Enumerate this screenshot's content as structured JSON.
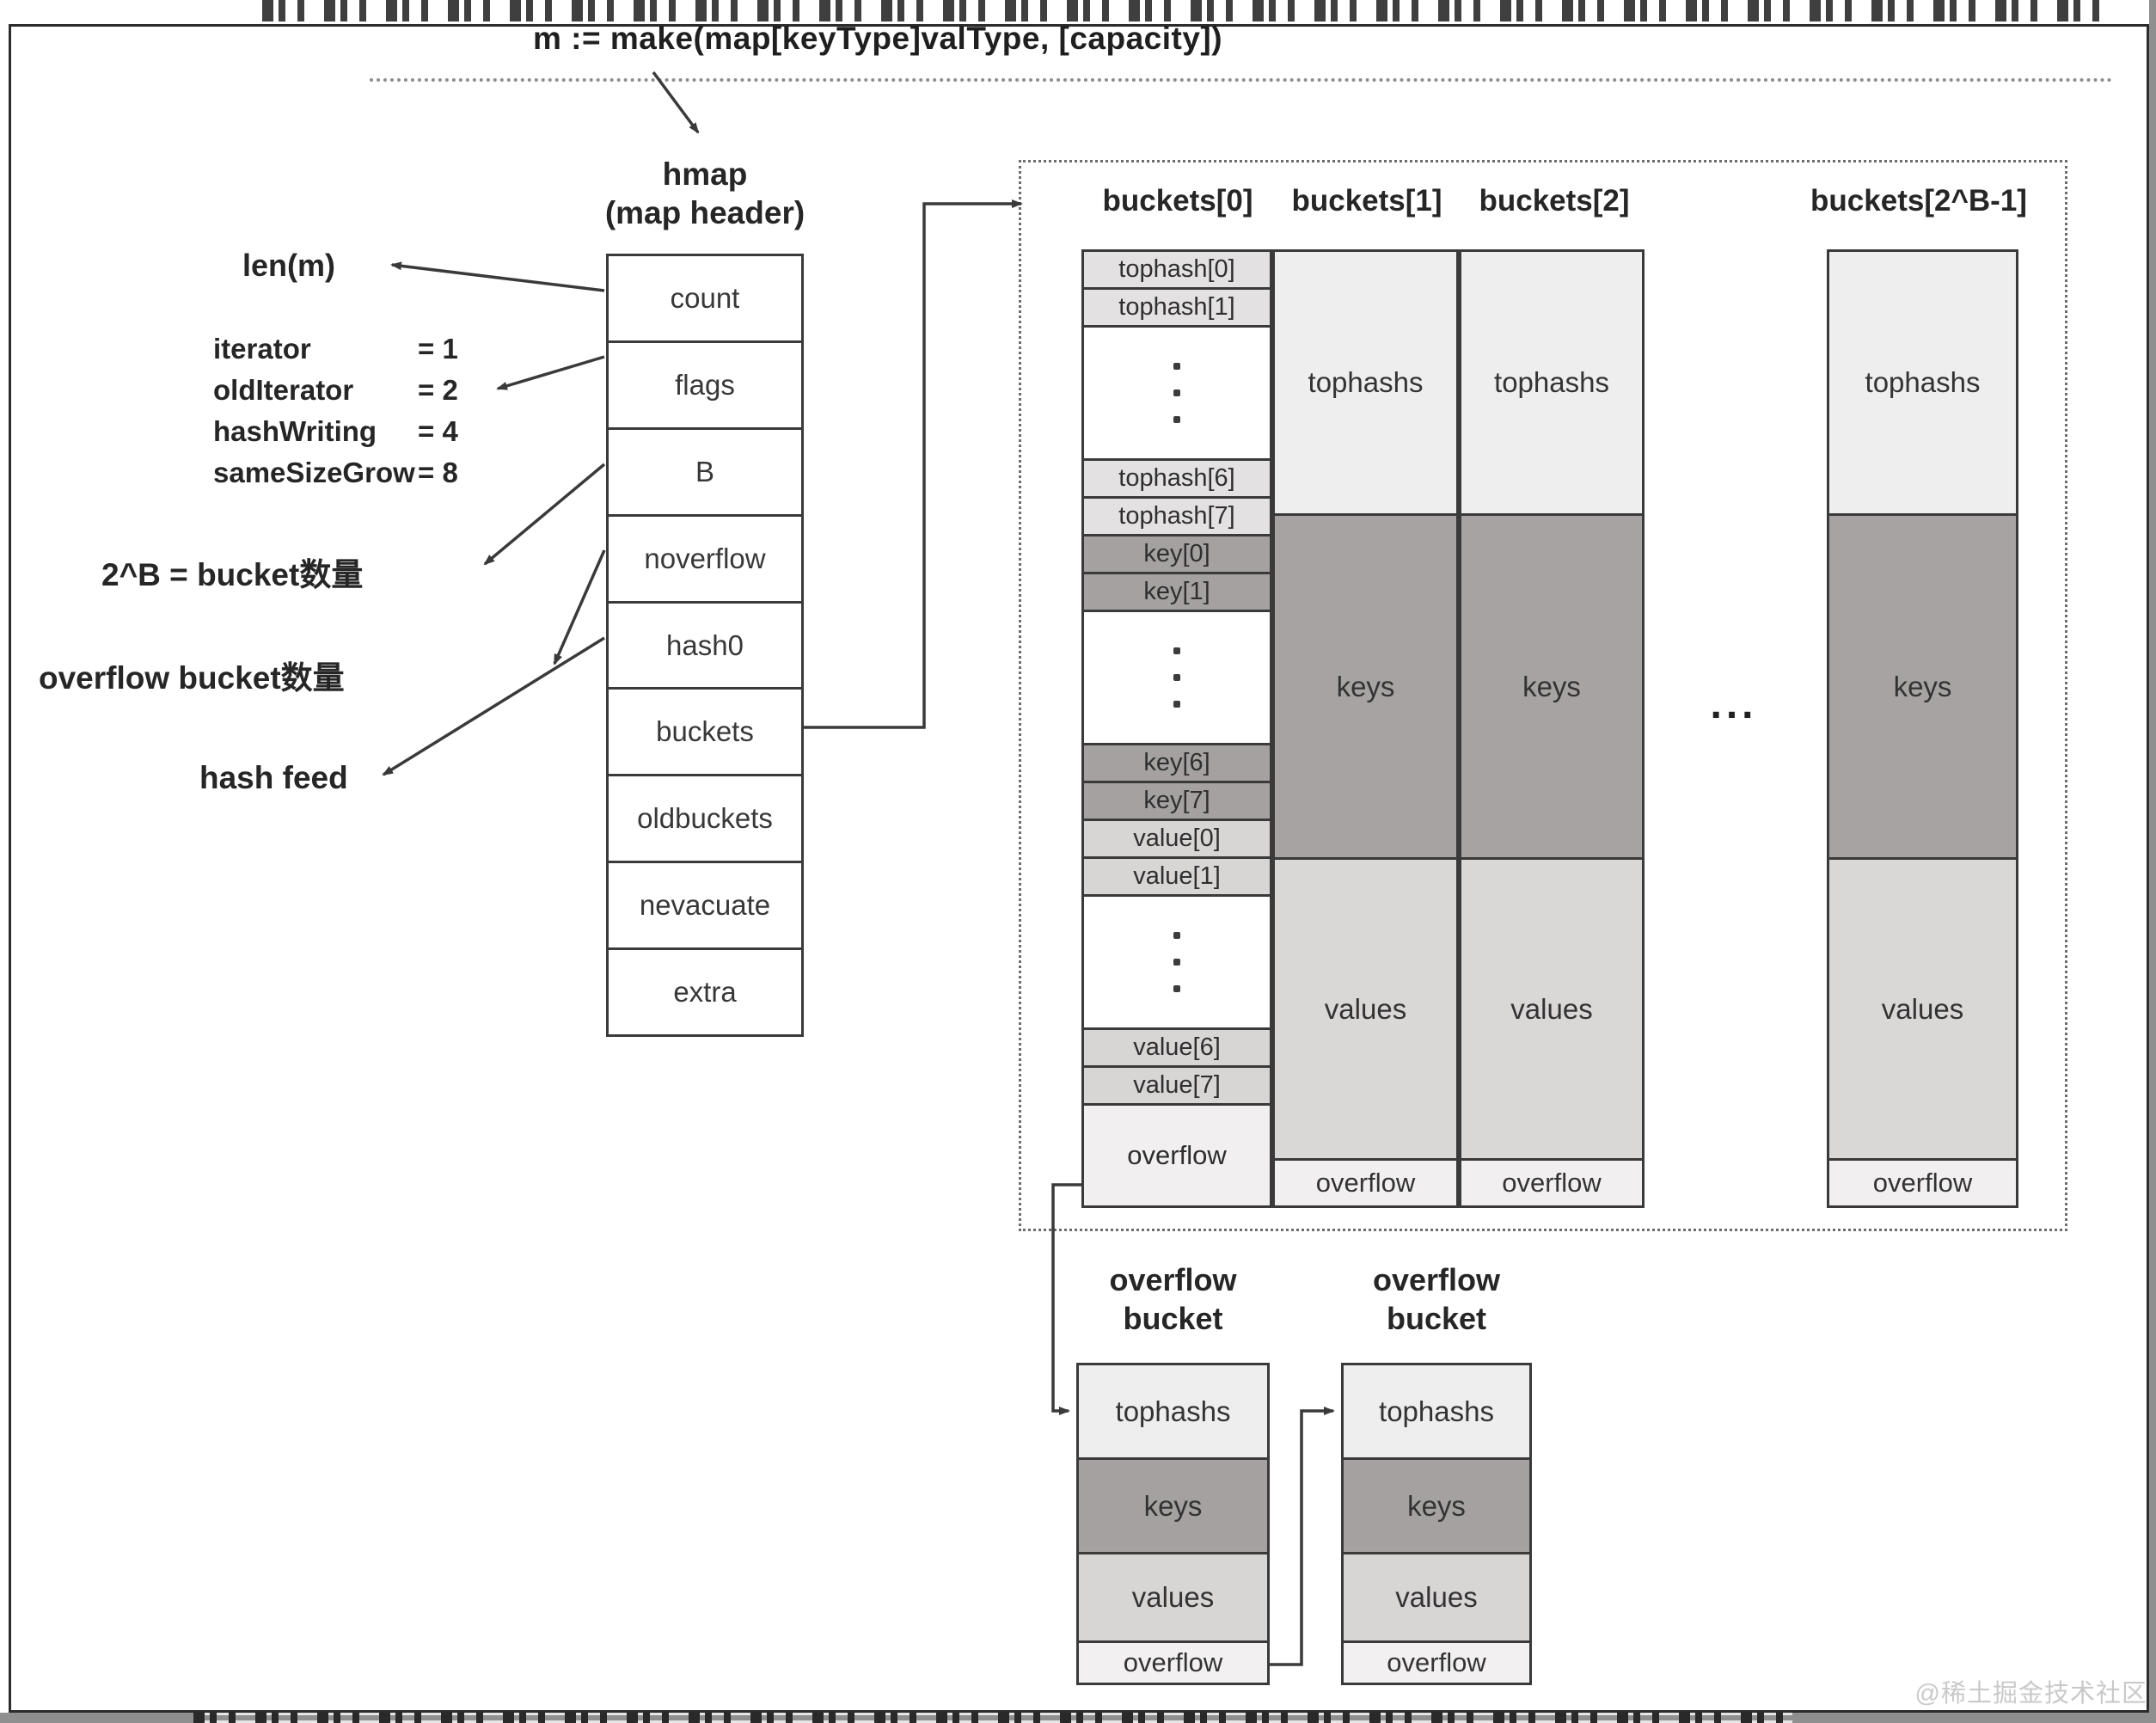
{
  "code_annotation": "m := make(map[keyType]valType, [capacity])",
  "hmap": {
    "title": "hmap",
    "subtitle": "(map header)",
    "fields": [
      "count",
      "flags",
      "B",
      "noverflow",
      "hash0",
      "buckets",
      "oldbuckets",
      "nevacuate",
      "extra"
    ]
  },
  "labels": {
    "len": "len(m)",
    "flag_constants": [
      {
        "name": "iterator",
        "value": "= 1"
      },
      {
        "name": "oldIterator",
        "value": "= 2"
      },
      {
        "name": "hashWriting",
        "value": "= 4"
      },
      {
        "name": "sameSizeGrow",
        "value": "= 8"
      }
    ],
    "b_note": "2^B = bucket数量",
    "noverflow_note": "overflow bucket数量",
    "hash0_note": "hash feed"
  },
  "buckets_panel": {
    "headers": [
      "buckets[0]",
      "buckets[1]",
      "buckets[2]",
      "buckets[2^B-1]"
    ],
    "ellipsis": "...",
    "bucket0": {
      "tophash": [
        "tophash[0]",
        "tophash[1]",
        "tophash[6]",
        "tophash[7]"
      ],
      "keys": [
        "key[0]",
        "key[1]",
        "key[6]",
        "key[7]"
      ],
      "values": [
        "value[0]",
        "value[1]",
        "value[6]",
        "value[7]"
      ],
      "overflow": "overflow"
    },
    "merged": {
      "tophashs": "tophashs",
      "keys": "keys",
      "values": "values",
      "overflow": "overflow"
    }
  },
  "overflow_bucket": {
    "title_line1": "overflow",
    "title_line2": "bucket",
    "sections": {
      "tophashs": "tophashs",
      "keys": "keys",
      "values": "values",
      "overflow": "overflow"
    }
  },
  "watermark": "@稀土掘金技术社区",
  "colors": {
    "tophash_bg": "#efeeee",
    "tophash_cell_bg": "#e3e1e1",
    "keys_bg": "#a5a1a1",
    "values_bg": "#d8d5d5",
    "overflow_bg": "#f1efef",
    "line": "#3a3a3a",
    "edge_gray": "#8f8f8f"
  }
}
